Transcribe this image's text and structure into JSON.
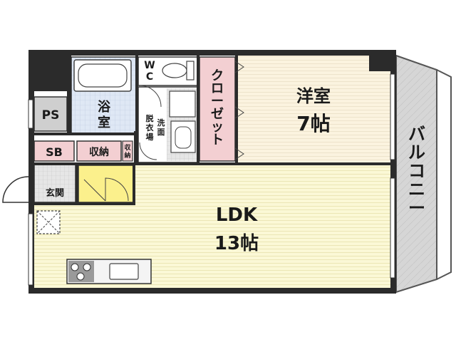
{
  "rooms": {
    "western": {
      "name": "洋室",
      "size": "7帖"
    },
    "ldk": {
      "name": "LDK",
      "size": "13帖"
    },
    "balcony": {
      "chars": [
        "バ",
        "ル",
        "コ",
        "ニ",
        "ー"
      ]
    },
    "closet": {
      "chars": [
        "ク",
        "ロ",
        "ー",
        "ゼ",
        "ッ",
        "ト"
      ]
    },
    "bath": {
      "chars": [
        "浴",
        "室"
      ]
    },
    "wc": {
      "chars": [
        "W",
        "C"
      ]
    },
    "ps": "PS",
    "sb": "SB",
    "storage": "収納",
    "storage_small": {
      "chars": [
        "収",
        "納"
      ]
    },
    "entrance": "玄関",
    "washroom": {
      "col1": [
        "洗",
        "面"
      ],
      "col2": [
        "脱",
        "衣",
        "場"
      ]
    }
  },
  "colors": {
    "wall": "#2b2b2b",
    "ldk_floor": "#fbf8d6",
    "western_floor": "#fbf3df",
    "tile": "#dfe8f5",
    "pink": "#f3cfd2",
    "yellow": "#fbf08c",
    "balcony": "#d6d6d6",
    "gray": "#cfcfcf"
  }
}
